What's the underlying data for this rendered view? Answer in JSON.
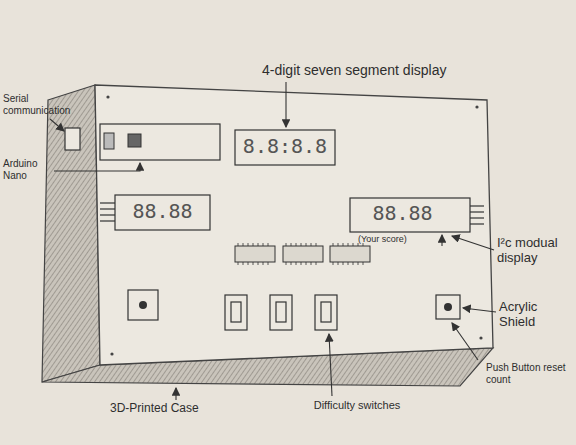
{
  "diagram": {
    "labels": [
      "4-digit seven segment display",
      "Serial communication",
      "Arduino Nano",
      "8.8:8.8",
      "88.88",
      "88.88",
      "(Your score)",
      "I²c modual display",
      "Acrylic Shield",
      "Push Button reset count",
      "3D-Printed Case",
      "Difficulty switches"
    ]
  }
}
